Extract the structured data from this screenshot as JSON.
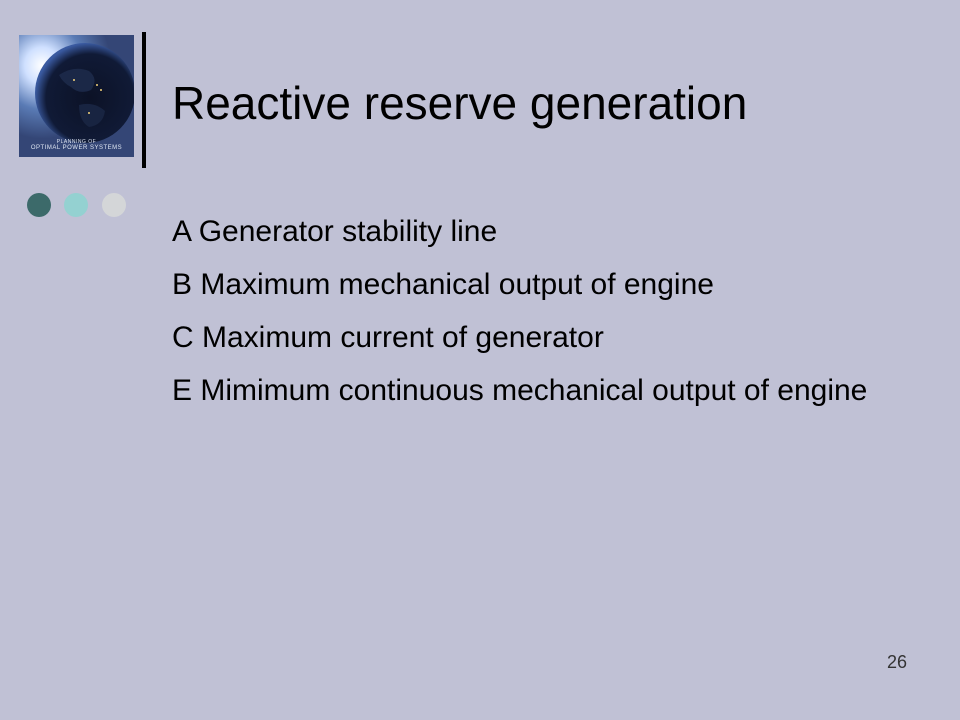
{
  "slide": {
    "title": "Reactive reserve generation",
    "bullets": [
      "A Generator stability line",
      "B Maximum mechanical output of engine",
      "C Maximum current of generator",
      "E Mimimum continuous mechanical output of engine"
    ],
    "page_number": "26",
    "logo": {
      "line1": "PLANNING OF",
      "line2": "OPTIMAL POWER SYSTEMS"
    },
    "dot_colors": [
      "#3c6a6a",
      "#94d1d1",
      "#d4d6d8"
    ],
    "background_color": "#c0c1d5"
  }
}
